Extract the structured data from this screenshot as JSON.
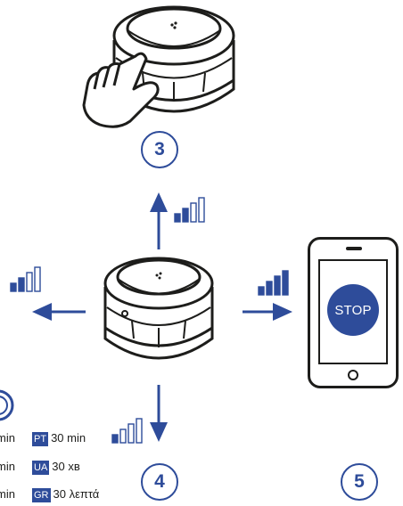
{
  "steps": {
    "step3": "3",
    "step4": "4",
    "step5": "5"
  },
  "phone": {
    "stop_label": "STOP"
  },
  "duration_rows": [
    {
      "left_text": "min",
      "code": "PT",
      "text": "30 min"
    },
    {
      "left_text": "min",
      "code": "UA",
      "text": "30 хв"
    },
    {
      "left_text": "min",
      "code": "GR",
      "text": "30 λεπτά"
    }
  ],
  "colors": {
    "accent": "#2e4c9a",
    "ink": "#1d1d1b"
  },
  "icons": [
    "hand-pointer-icon",
    "signal-strength-icon",
    "arrow-icon",
    "smoke-detector-icon",
    "smartphone-icon"
  ]
}
